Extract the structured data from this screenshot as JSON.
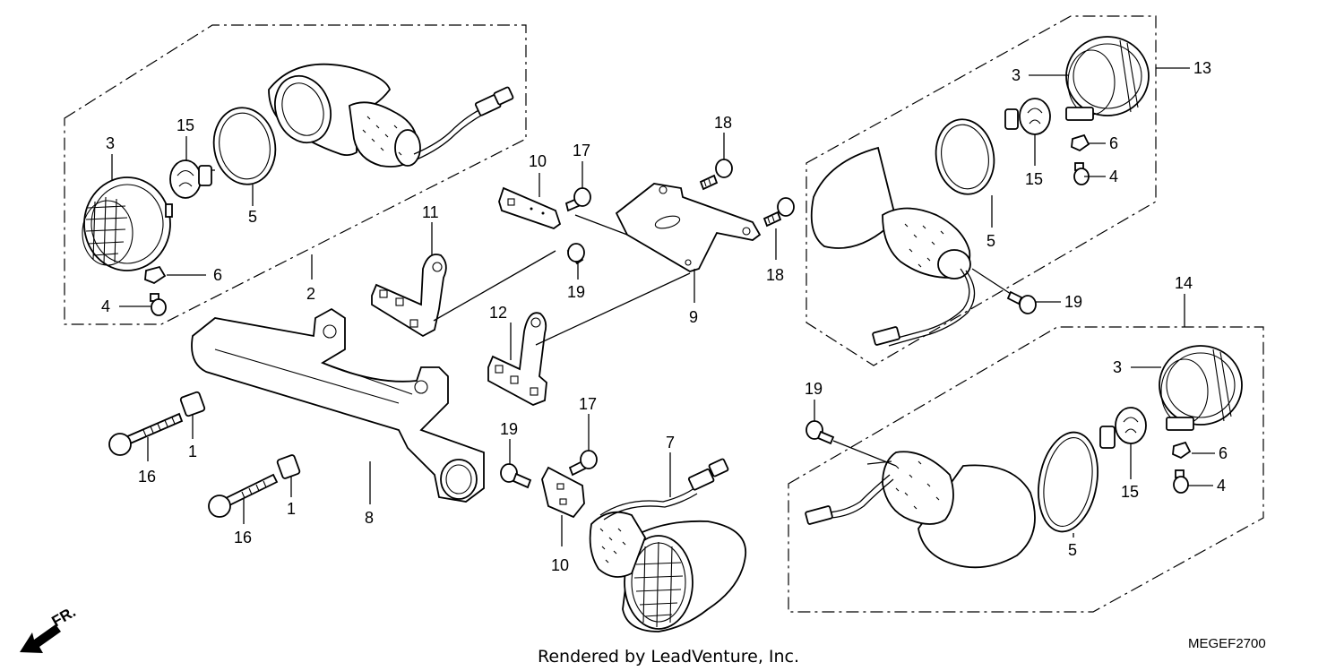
{
  "callouts": [
    {
      "id": "c-3-a",
      "text": "3"
    },
    {
      "id": "c-15-a",
      "text": "15"
    },
    {
      "id": "c-5-a",
      "text": "5"
    },
    {
      "id": "c-6-a",
      "text": "6"
    },
    {
      "id": "c-4-a",
      "text": "4"
    },
    {
      "id": "c-2",
      "text": "2"
    },
    {
      "id": "c-11",
      "text": "11"
    },
    {
      "id": "c-10-a",
      "text": "10"
    },
    {
      "id": "c-17-a",
      "text": "17"
    },
    {
      "id": "c-19-a",
      "text": "19"
    },
    {
      "id": "c-18-a",
      "text": "18"
    },
    {
      "id": "c-18-b",
      "text": "18"
    },
    {
      "id": "c-9",
      "text": "9"
    },
    {
      "id": "c-12",
      "text": "12"
    },
    {
      "id": "c-1-a",
      "text": "1"
    },
    {
      "id": "c-16-a",
      "text": "16"
    },
    {
      "id": "c-1-b",
      "text": "1"
    },
    {
      "id": "c-16-b",
      "text": "16"
    },
    {
      "id": "c-8",
      "text": "8"
    },
    {
      "id": "c-19-b",
      "text": "19"
    },
    {
      "id": "c-17-b",
      "text": "17"
    },
    {
      "id": "c-10-b",
      "text": "10"
    },
    {
      "id": "c-7",
      "text": "7"
    },
    {
      "id": "c-3-b",
      "text": "3"
    },
    {
      "id": "c-13",
      "text": "13"
    },
    {
      "id": "c-6-b",
      "text": "6"
    },
    {
      "id": "c-15-b",
      "text": "15"
    },
    {
      "id": "c-4-b",
      "text": "4"
    },
    {
      "id": "c-5-b",
      "text": "5"
    },
    {
      "id": "c-19-c",
      "text": "19"
    },
    {
      "id": "c-14",
      "text": "14"
    },
    {
      "id": "c-3-c",
      "text": "3"
    },
    {
      "id": "c-19-d",
      "text": "19"
    },
    {
      "id": "c-6-c",
      "text": "6"
    },
    {
      "id": "c-15-c",
      "text": "15"
    },
    {
      "id": "c-4-c",
      "text": "4"
    },
    {
      "id": "c-5-c",
      "text": "5"
    }
  ],
  "direction_label": "FR.",
  "footer_text": "Rendered by LeadVenture, Inc.",
  "diagram_code": "MEGEF2700"
}
